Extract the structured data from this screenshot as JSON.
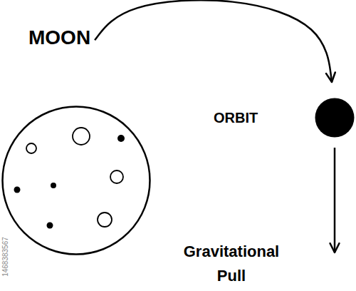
{
  "diagram": {
    "nodes": [
      {
        "text": [
          "MOON"
        ]
      },
      {
        "text": [
          "ORBIT"
        ]
      }
    ],
    "edges": [
      {
        "from": 0,
        "to": 1,
        "arrow": "to"
      }
    ],
    "labels": [
      "Gravitational Pull",
      "1468383567"
    ]
  }
}
